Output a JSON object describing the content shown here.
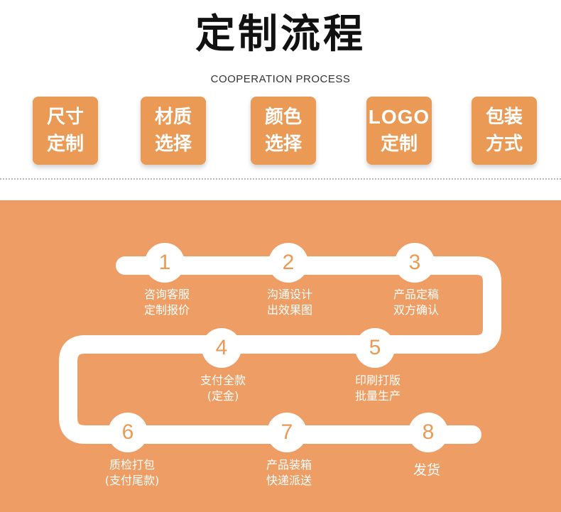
{
  "header": {
    "title": "定制流程",
    "subtitle": "COOPERATION PROCESS"
  },
  "options": [
    {
      "line1": "尺寸",
      "line2": "定制"
    },
    {
      "line1": "材质",
      "line2": "选择"
    },
    {
      "line1": "颜色",
      "line2": "选择"
    },
    {
      "line1": "LOGO",
      "line2": "定制"
    },
    {
      "line1": "包装",
      "line2": "方式"
    }
  ],
  "colors": {
    "accent": "#EA9A55",
    "panel": "#EE9E64",
    "track": "#FFFFFF"
  },
  "steps": [
    {
      "number": "1",
      "line1": "咨询客服",
      "line2": "定制报价"
    },
    {
      "number": "2",
      "line1": "沟通设计",
      "line2": "出效果图"
    },
    {
      "number": "3",
      "line1": "产品定稿",
      "line2": "双方确认"
    },
    {
      "number": "4",
      "line1": "支付全款",
      "line2": "(定金)"
    },
    {
      "number": "5",
      "line1": "印刷打版",
      "line2": "批量生产"
    },
    {
      "number": "6",
      "line1": "质检打包",
      "line2": "(支付尾款)"
    },
    {
      "number": "7",
      "line1": "产品装箱",
      "line2": "快递派送"
    },
    {
      "number": "8",
      "line1": "发货"
    }
  ]
}
